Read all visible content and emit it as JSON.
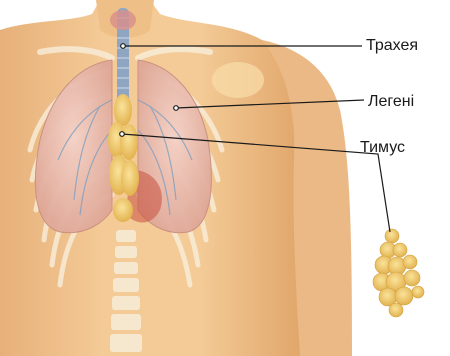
{
  "labels": {
    "trachea": "Трахея",
    "lungs": "Легені",
    "thymus": "Тимус"
  },
  "colors": {
    "skin": "#f2c58e",
    "skin_shade": "#e3a96a",
    "lung": "#eec1b5",
    "lung_vessels": "#7f9fbf",
    "bone": "#f6ead2",
    "thymus": "#f2cf6e",
    "trachea": "#8fa6c2",
    "leader_line": "#1a1a1a"
  }
}
